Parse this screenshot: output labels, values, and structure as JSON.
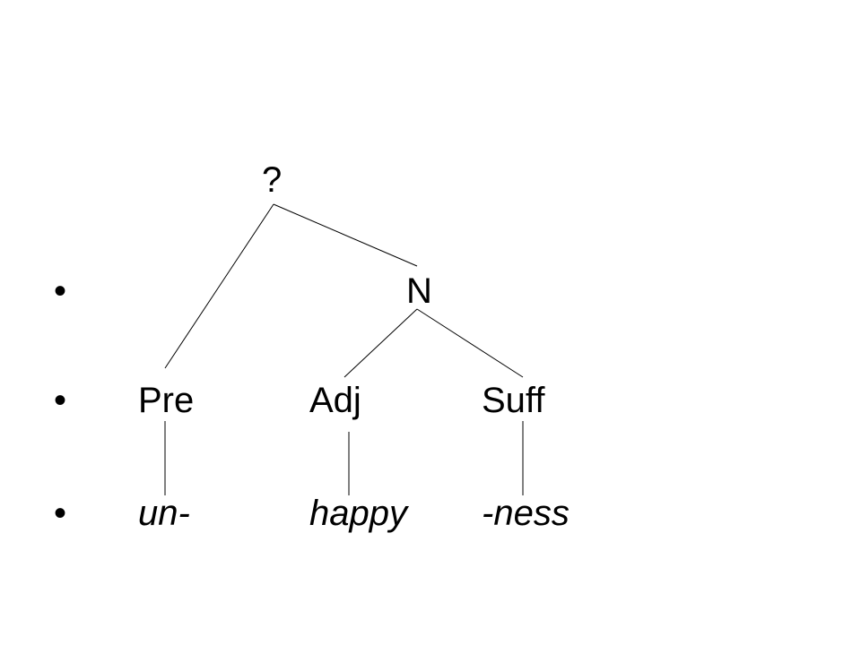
{
  "diagram": {
    "root_label": "?",
    "noun_label": "N",
    "categories": {
      "prefix": "Pre",
      "adjective": "Adj",
      "suffix": "Suff"
    },
    "morphemes": {
      "prefix": "un-",
      "adjective": "happy",
      "suffix": "-ness"
    },
    "bullet_glyph": "•"
  }
}
